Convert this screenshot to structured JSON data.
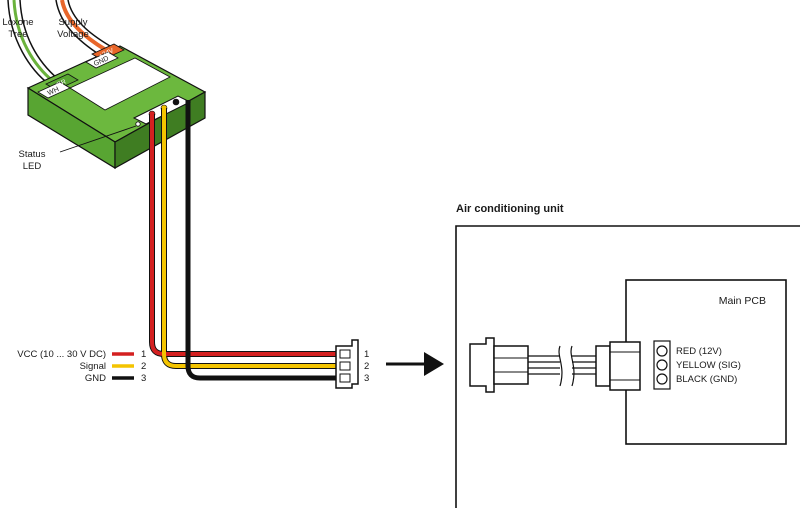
{
  "module": {
    "loxone_tree_line1": "Loxone",
    "loxone_tree_line2": "Tree",
    "supply_line1": "Supply",
    "supply_line2": "Voltage",
    "terminal_24v": "+24V",
    "terminal_gnd": "GND",
    "terminal_gr": "GR",
    "terminal_wh": "WH",
    "status_led_line1": "Status",
    "status_led_line2": "LED"
  },
  "legend": {
    "rows": [
      {
        "label": "VCC (10 ... 30 V DC)",
        "pin": "1",
        "color": "#d42020"
      },
      {
        "label": "Signal",
        "pin": "2",
        "color": "#f4c400"
      },
      {
        "label": "GND",
        "pin": "3",
        "color": "#111111"
      }
    ]
  },
  "connector_pins": [
    "1",
    "2",
    "3"
  ],
  "ac_unit": {
    "title": "Air conditioning unit",
    "pcb_title": "Main PCB",
    "pins": [
      "RED (12V)",
      "YELLOW (SIG)",
      "BLACK (GND)"
    ]
  },
  "colors": {
    "module_green": "#58a532",
    "module_green_dark": "#3f7d22",
    "wire_red": "#d42020",
    "wire_yellow": "#f4c400",
    "wire_black": "#111111",
    "tree_green": "#6ab23c",
    "supply_orange": "#e8662a"
  }
}
